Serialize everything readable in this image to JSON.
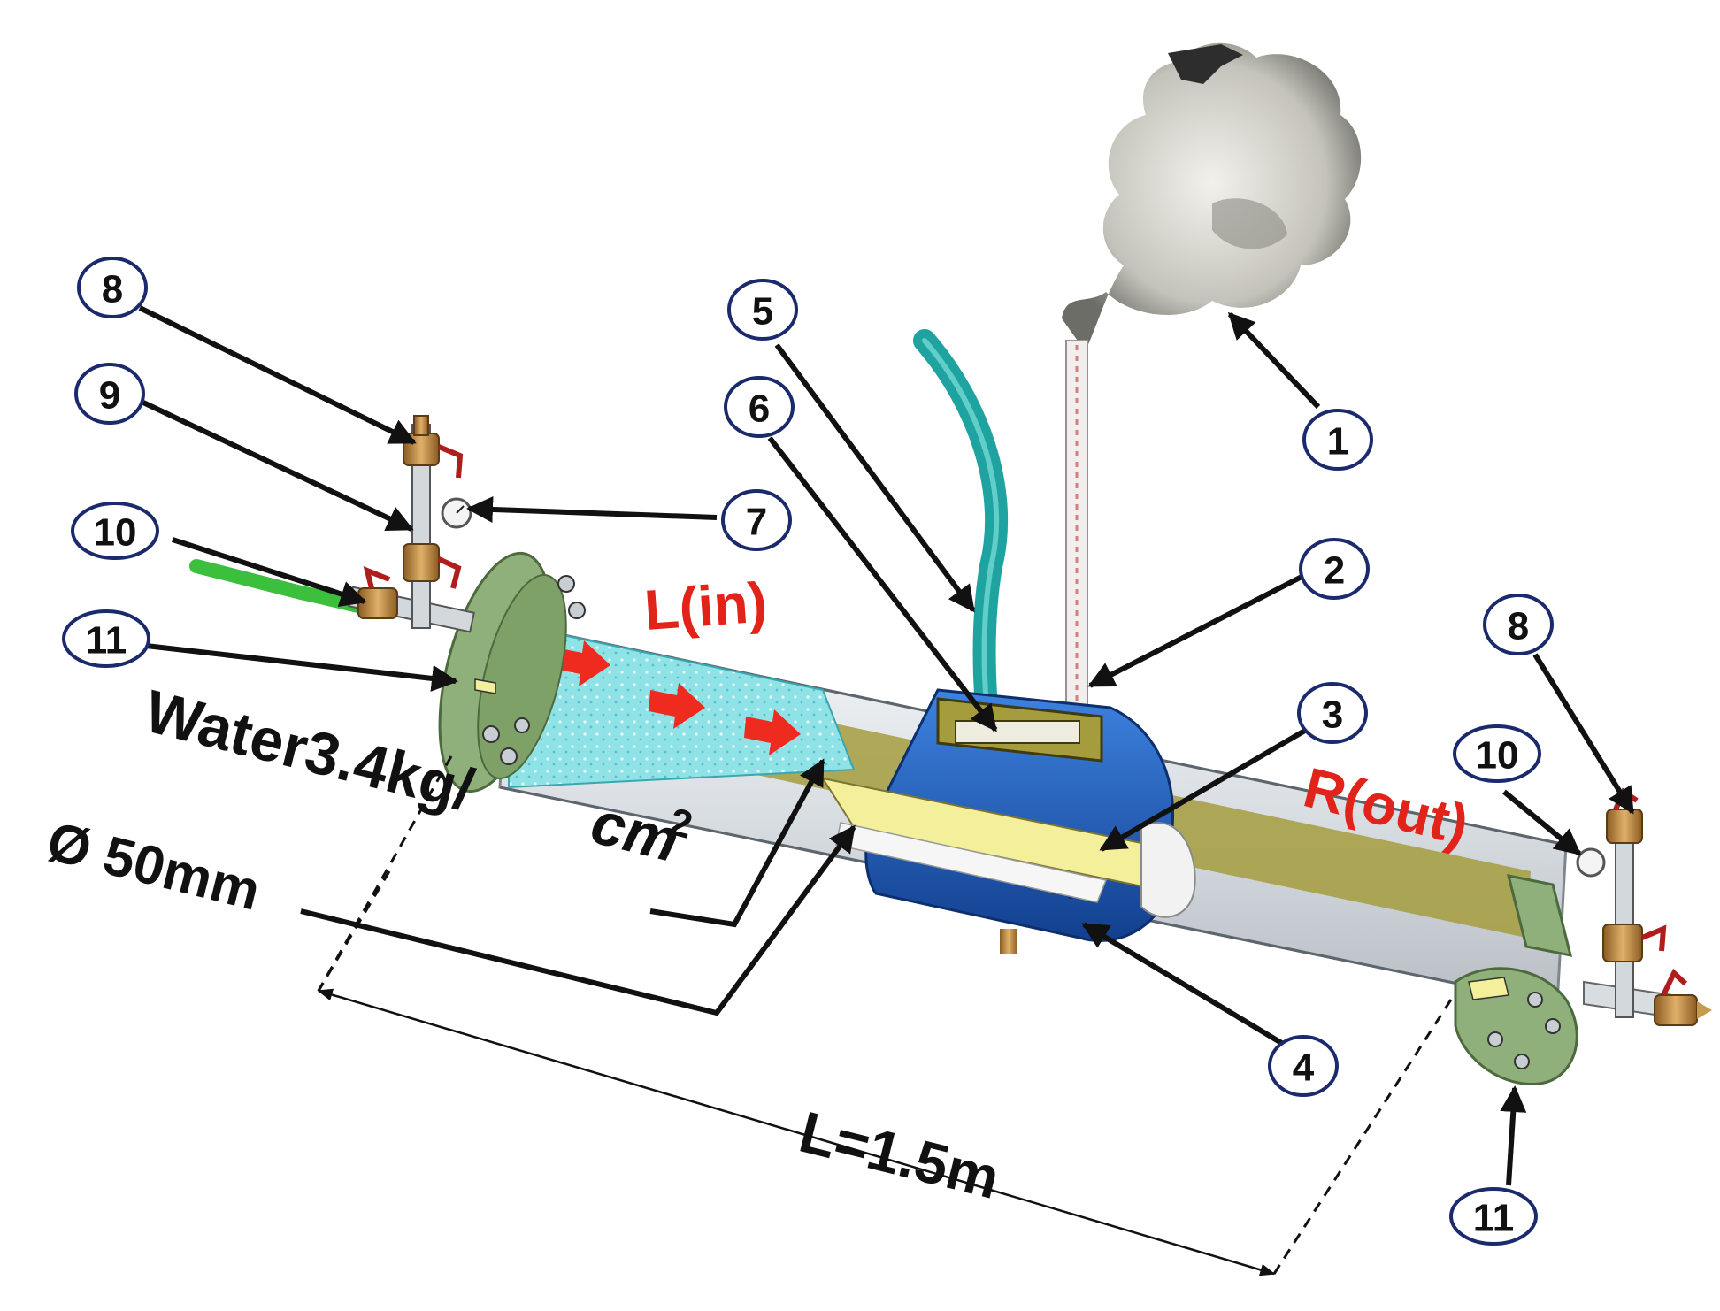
{
  "callouts": {
    "c1": "1",
    "c2": "2",
    "c3": "3",
    "c4": "4",
    "c5": "5",
    "c6": "6",
    "c7": "7",
    "c8_left": "8",
    "c9": "9",
    "c10_left": "10",
    "c11_left": "11",
    "c8_right": "8",
    "c10_right": "10",
    "c11_right": "11"
  },
  "labels": {
    "flow_in": "L(in)",
    "flow_out": "R(out)",
    "water_pressure": "Water3.4kg/",
    "water_unit": "cm",
    "water_exponent": "2",
    "diameter": "Ø 50mm",
    "length": "L=1.5m"
  },
  "colors": {
    "tube_glass": "#dfe4e8",
    "water": "#8fe3e6",
    "bore": "#a59c3e",
    "jacket": "#1e63c8",
    "flange": "#8fb07a",
    "hose": "#1fa3a0",
    "green_hose": "#3cbf3c",
    "flow_arrow": "#ee2b1e",
    "insert": "#f4ef9a",
    "callout_ring": "#1a2a6c",
    "steam": "#c9c9c2"
  }
}
